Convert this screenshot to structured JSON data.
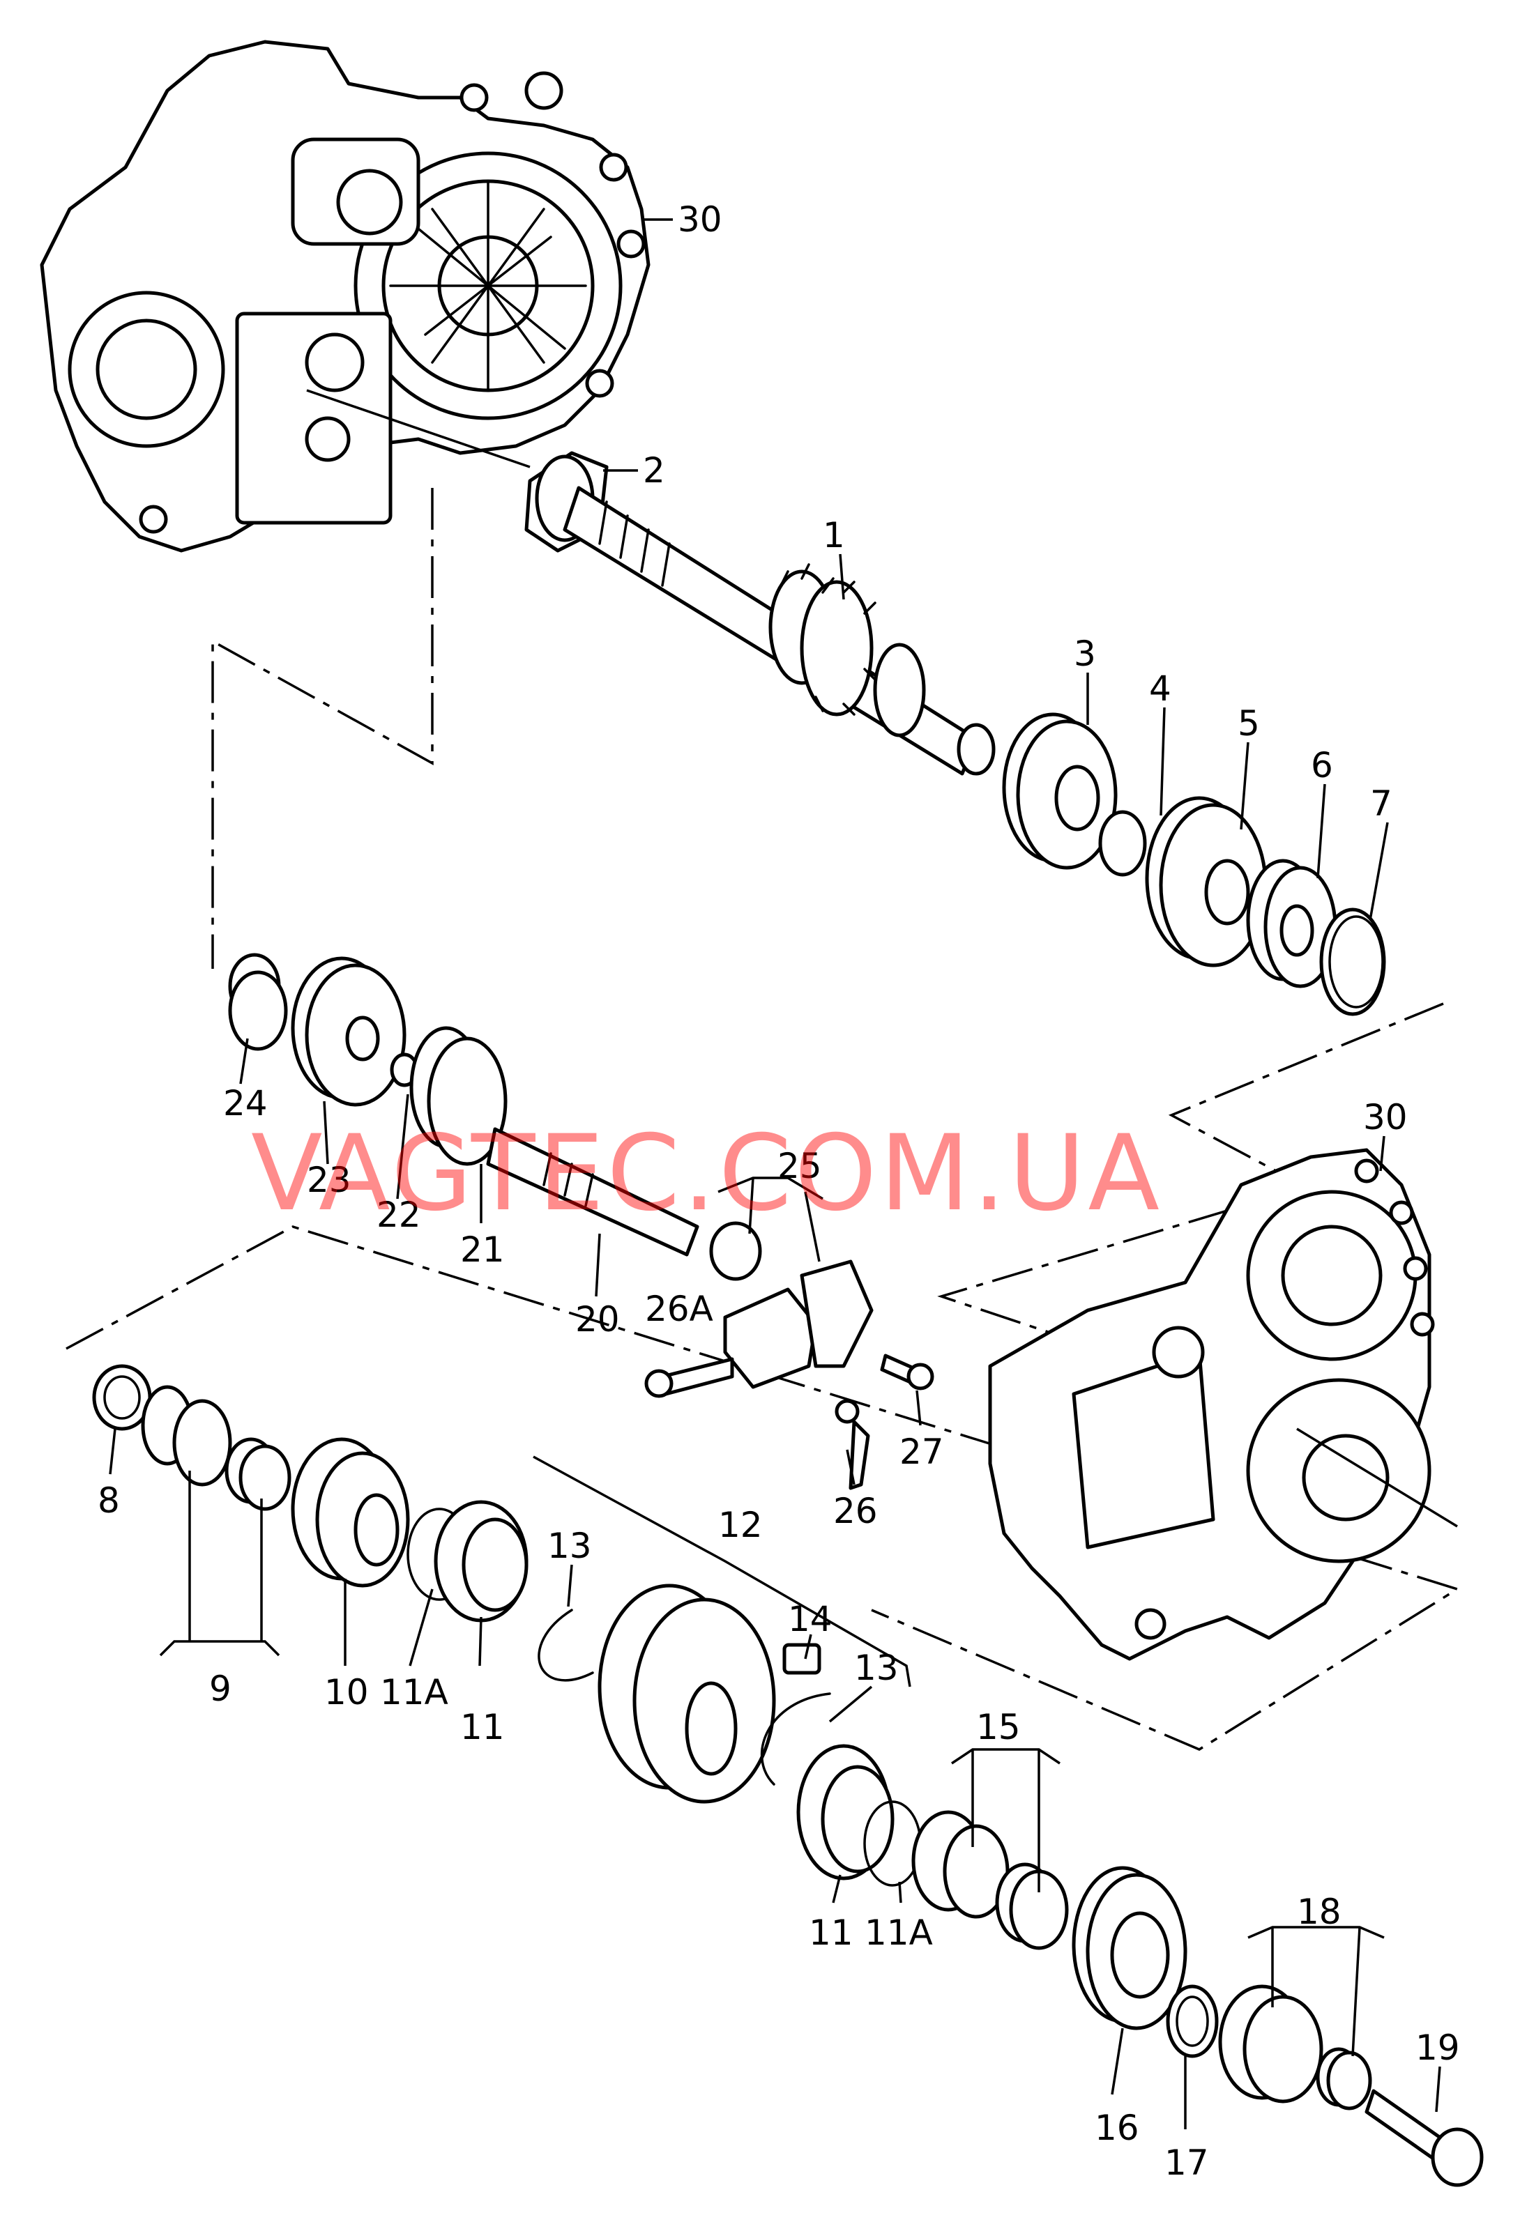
{
  "watermark": "VAGTEC.COM.UA",
  "callouts": {
    "c1": "1",
    "c2": "2",
    "c3": "3",
    "c4": "4",
    "c5": "5",
    "c6": "6",
    "c7": "7",
    "c8": "8",
    "c9": "9",
    "c10": "10",
    "c11a": "11A",
    "c11": "11",
    "c12": "12",
    "c13": "13",
    "c13b": "13",
    "c14": "14",
    "c11c": "11",
    "c11ab": "11A",
    "c15": "15",
    "c16": "16",
    "c17": "17",
    "c18": "18",
    "c19": "19",
    "c20": "20",
    "c21": "21",
    "c22": "22",
    "c23": "23",
    "c24": "24",
    "c25": "25",
    "c26a": "26A",
    "c26": "26",
    "c27": "27",
    "c30": "30",
    "c30b": "30"
  },
  "colors": {
    "line": "#000000",
    "watermark": "#ff0000"
  }
}
